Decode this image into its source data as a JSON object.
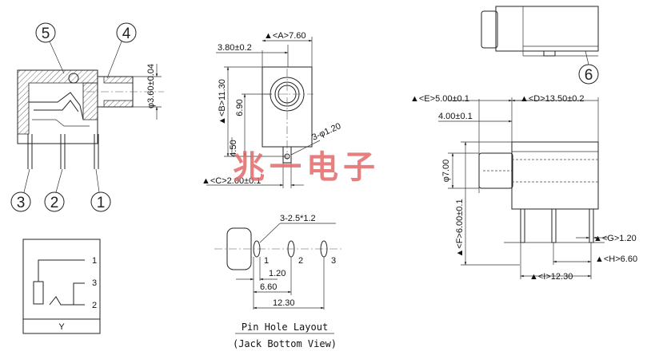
{
  "side_view": {
    "balloons": [
      "5",
      "4",
      "3",
      "2",
      "1"
    ],
    "dim_diameter": "φ3.60±0.04"
  },
  "front_view": {
    "dim_a": "▲<A>7.60",
    "dim_3_80": "3.80±0.2",
    "dim_b": "▲<B>11.30",
    "dim_6_90": "6.90",
    "dim_4_50": "4.50",
    "dim_holes": "3-φ1.20",
    "dim_c": "▲<C>2.00±0.1"
  },
  "watermark": "兆一电子",
  "pin_layout": {
    "slot_note": "3-2.5*1.2",
    "pin_labels": [
      "1",
      "2",
      "3"
    ],
    "dim_1_20": "1.20",
    "dim_6_60": "6.60",
    "dim_12_30": "12.30",
    "caption_line1": "Pin Hole Layout",
    "caption_line2": "(Jack Bottom View)"
  },
  "schematic": {
    "terminals": [
      "1",
      "3",
      "2"
    ],
    "footer": "Y"
  },
  "top_view": {
    "balloon": "6"
  },
  "right_view": {
    "dim_e": "▲<E>5.00±0.1",
    "dim_d": "▲<D>13.50±0.2",
    "dim_4_00": "4.00±0.1",
    "dim_7_00": "φ7.00",
    "dim_f": "▲<F>6.00±0.1",
    "dim_g": "▲<G>1.20",
    "dim_h": "▲<H>6.60",
    "dim_i": "▲<I>12.30"
  }
}
